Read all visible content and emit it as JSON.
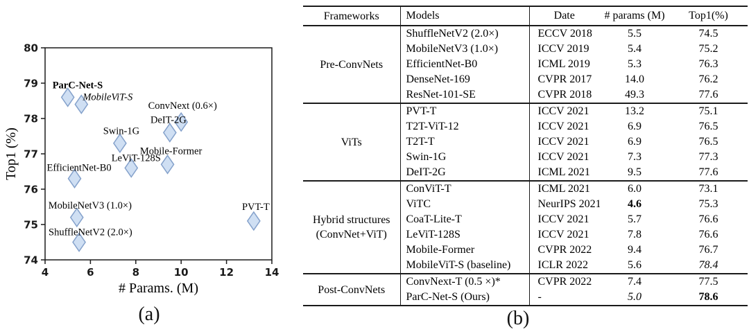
{
  "figure": {
    "panel_a_caption": "(a)",
    "panel_b_caption": "(b)"
  },
  "colors": {
    "marker_fill": "#cfdff3",
    "marker_stroke": "#84a1cb",
    "axis": "#1a1a1a",
    "text": "#000000"
  },
  "chart_data": [
    {
      "panel": "a",
      "type": "scatter",
      "title": "",
      "xlabel": "# Params. (M)",
      "ylabel": "Top1 (%)",
      "xlim": [
        4,
        14
      ],
      "ylim": [
        74,
        80
      ],
      "xticks": [
        4,
        6,
        8,
        10,
        12,
        14
      ],
      "yticks": [
        74,
        75,
        76,
        77,
        78,
        79,
        80
      ],
      "grid": false,
      "legend": "none",
      "marker": {
        "shape": "diamond",
        "half_width": 9,
        "half_height": 13
      },
      "points": [
        {
          "label": "ParC-Net-S",
          "x": 5.0,
          "y": 78.6,
          "style": "bold",
          "anchor": "start",
          "dx": -22,
          "dy": -13
        },
        {
          "label": "MobileViT-S",
          "x": 5.6,
          "y": 78.4,
          "style": "italic",
          "anchor": "start",
          "dx": 2,
          "dy": -6
        },
        {
          "label": "ConvNext (0.6×)",
          "x": 10.0,
          "y": 77.9,
          "style": "normal",
          "anchor": "middle",
          "dx": 2,
          "dy": -19
        },
        {
          "label": "DeIT-2G",
          "x": 9.5,
          "y": 77.6,
          "style": "normal",
          "anchor": "middle",
          "dx": -2,
          "dy": -14
        },
        {
          "label": "Swin-1G",
          "x": 7.3,
          "y": 77.3,
          "style": "normal",
          "anchor": "middle",
          "dx": 2,
          "dy": -13
        },
        {
          "label": "Mobile-Former",
          "x": 9.4,
          "y": 76.7,
          "style": "normal",
          "anchor": "middle",
          "dx": 5,
          "dy": -15
        },
        {
          "label": "LeViT-128S",
          "x": 7.8,
          "y": 76.6,
          "style": "normal",
          "anchor": "middle",
          "dx": 7,
          "dy": -10
        },
        {
          "label": "EfficientNet-B0",
          "x": 5.3,
          "y": 76.3,
          "style": "normal",
          "anchor": "start",
          "dx": -40,
          "dy": -11
        },
        {
          "label": "MobileNetV3 (1.0×)",
          "x": 5.4,
          "y": 75.2,
          "style": "normal",
          "anchor": "start",
          "dx": -41,
          "dy": -13
        },
        {
          "label": "ShuffleNetV2 (2.0×)",
          "x": 5.5,
          "y": 74.5,
          "style": "normal",
          "anchor": "start",
          "dx": -44,
          "dy": -10
        },
        {
          "label": "PVT-T",
          "x": 13.2,
          "y": 75.1,
          "style": "normal",
          "anchor": "middle",
          "dx": 3,
          "dy": -16
        }
      ]
    },
    {
      "panel": "b",
      "type": "table",
      "headers": [
        "Frameworks",
        "Models",
        "Date",
        "# params (M)",
        "Top1(%)"
      ],
      "groups": [
        {
          "framework": "Pre-ConvNets",
          "rows": [
            {
              "model": "ShuffleNetV2 (2.0×)",
              "date": "ECCV 2018",
              "params": "5.5",
              "top1": "74.5"
            },
            {
              "model": "MobileNetV3 (1.0×)",
              "date": "ICCV 2019",
              "params": "5.4",
              "top1": "75.2"
            },
            {
              "model": "EfficientNet-B0",
              "date": "ICML 2019",
              "params": "5.3",
              "top1": "76.3"
            },
            {
              "model": "DenseNet-169",
              "date": "CVPR 2017",
              "params": "14.0",
              "top1": "76.2"
            },
            {
              "model": "ResNet-101-SE",
              "date": "CVPR 2018",
              "params": "49.3",
              "top1": "77.6"
            }
          ]
        },
        {
          "framework": "ViTs",
          "rows": [
            {
              "model": "PVT-T",
              "date": "ICCV 2021",
              "params": "13.2",
              "top1": "75.1"
            },
            {
              "model": "T2T-ViT-12",
              "date": "ICCV 2021",
              "params": "6.9",
              "top1": "76.5"
            },
            {
              "model": "T2T-T",
              "date": "ICCV 2021",
              "params": "6.9",
              "top1": "76.5"
            },
            {
              "model": "Swin-1G",
              "date": "ICCV 2021",
              "params": "7.3",
              "top1": "77.3"
            },
            {
              "model": "DeIT-2G",
              "date": "ICML 2021",
              "params": "9.5",
              "top1": "77.6"
            }
          ]
        },
        {
          "framework": "Hybrid structures (ConvNet+ViT)",
          "rows": [
            {
              "model": "ConViT-T",
              "date": "ICML 2021",
              "params": "6.0",
              "top1": "73.1"
            },
            {
              "model": "ViTC",
              "date": "NeurIPS 2021",
              "params": "4.6",
              "params_style": "bold",
              "top1": "75.3"
            },
            {
              "model": "CoaT-Lite-T",
              "date": "ICCV 2021",
              "params": "5.7",
              "top1": "76.6"
            },
            {
              "model": "LeViT-128S",
              "date": "ICCV 2021",
              "params": "7.8",
              "top1": "76.6"
            },
            {
              "model": "Mobile-Former",
              "date": "CVPR 2022",
              "params": "9.4",
              "top1": "76.7"
            },
            {
              "model": "MobileViT-S (baseline)",
              "date": "ICLR 2022",
              "params": "5.6",
              "top1": "78.4",
              "top1_style": "italic"
            }
          ]
        },
        {
          "framework": "Post-ConvNets",
          "rows": [
            {
              "model": "ConvNext-T (0.5 ×)*",
              "date": "CVPR 2022",
              "params": "7.4",
              "top1": "77.5"
            },
            {
              "model": "ParC-Net-S (Ours)",
              "date": "-",
              "params": "5.0",
              "params_style": "italic",
              "top1": "78.6",
              "top1_style": "bold"
            }
          ]
        }
      ]
    }
  ]
}
